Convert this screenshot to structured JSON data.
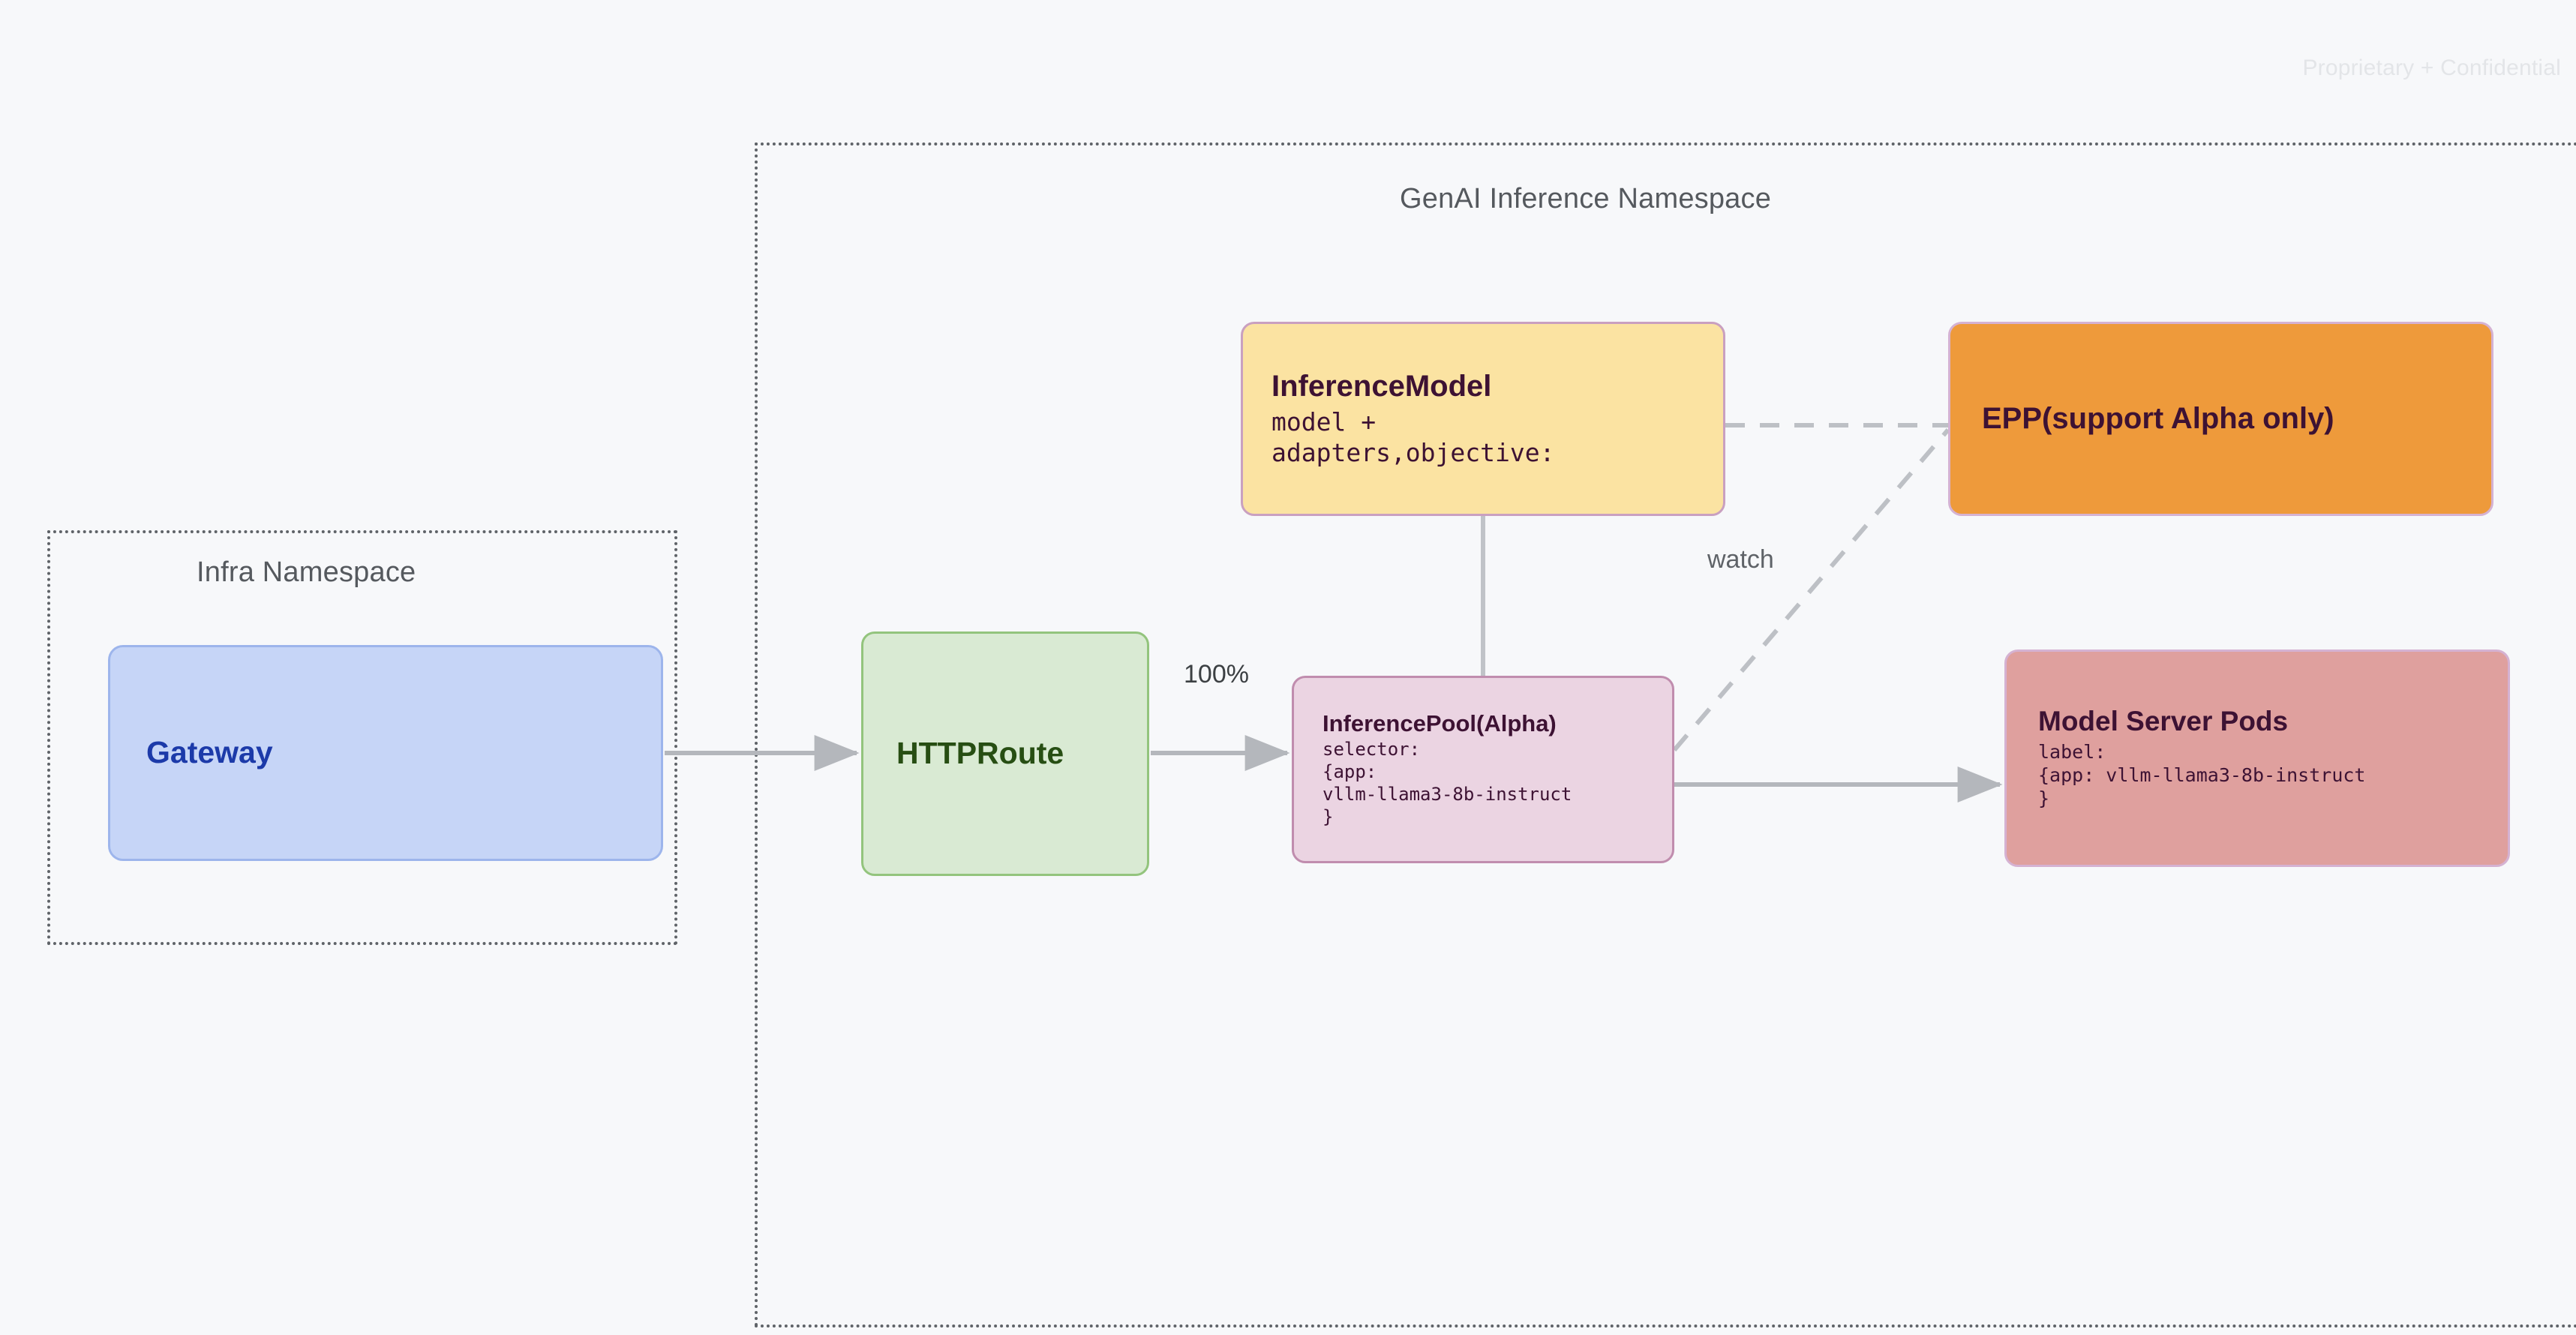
{
  "watermark": "Proprietary + Confidential",
  "namespaces": [
    {
      "id": "genai",
      "title": "GenAI Inference Namespace"
    },
    {
      "id": "infra",
      "title": "Infra Namespace"
    }
  ],
  "nodes": {
    "gateway": {
      "title": "Gateway",
      "sub": ""
    },
    "httproute": {
      "title": "HTTPRoute",
      "sub": ""
    },
    "inferencemodel": {
      "title": "InferenceModel",
      "sub": "model +\nadapters,objective:"
    },
    "inferencepool": {
      "title": "InferencePool(Alpha)",
      "sub": "selector:\n{app:\nvllm-llama3-8b-instruct\n}"
    },
    "epp": {
      "title": "EPP(support Alpha only)",
      "sub": ""
    },
    "modelserver": {
      "title": "Model Server Pods",
      "sub": "label:\n{app: vllm-llama3-8b-instruct\n}"
    }
  },
  "edges": {
    "traffic_split_label": "100%",
    "watch_label": "watch"
  },
  "colors": {
    "background": "#F7F8FA",
    "gateway_fill": "#C6D5F7",
    "gateway_text": "#1C3AA9",
    "httproute_fill": "#D9EAD3",
    "httproute_text": "#274E13",
    "inferencemodel_fill": "#FBE3A2",
    "inferencepool_fill": "#EBD4E2",
    "epp_fill": "#EE9A3B",
    "modelserver_fill": "#DFA09E",
    "node_text": "#3D1233",
    "arrow": "#B4B7BC",
    "namespace_border": "#5F6368"
  }
}
